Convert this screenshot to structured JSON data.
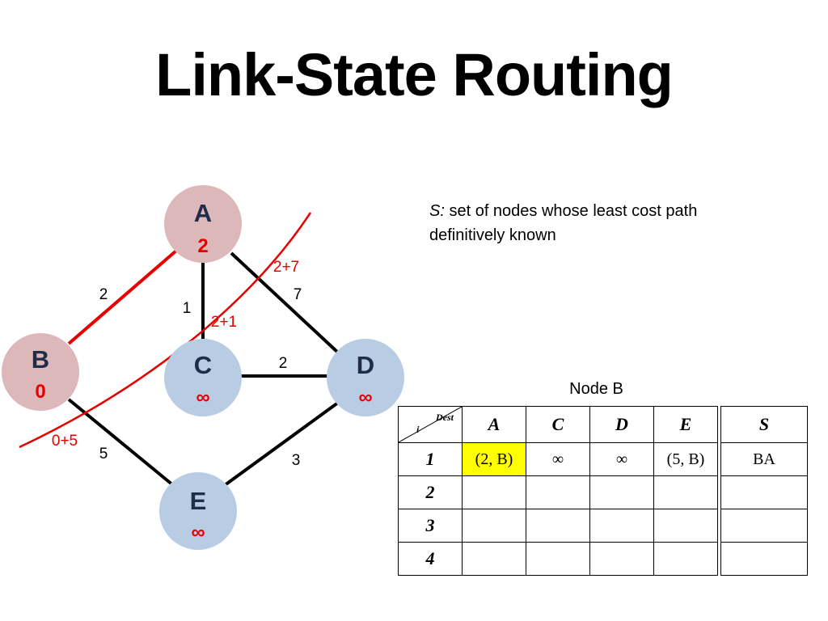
{
  "slide": {
    "title": "Link-State Routing"
  },
  "definition": {
    "symbol": "S:",
    "text": " set of nodes whose least cost path definitively known"
  },
  "graph": {
    "nodes": [
      {
        "id": "A",
        "label": "A",
        "dist": "2",
        "color": "#ddb8ba",
        "in_set": true
      },
      {
        "id": "B",
        "label": "B",
        "dist": "0",
        "color": "#ddb8ba",
        "in_set": true
      },
      {
        "id": "C",
        "label": "C",
        "dist": "∞",
        "color": "#b8cce4",
        "in_set": false
      },
      {
        "id": "D",
        "label": "D",
        "dist": "∞",
        "color": "#b8cce4",
        "in_set": false
      },
      {
        "id": "E",
        "label": "E",
        "dist": "∞",
        "color": "#b8cce4",
        "in_set": false
      }
    ],
    "edges": [
      {
        "from": "B",
        "to": "A",
        "weight": "2",
        "highlight": true
      },
      {
        "from": "A",
        "to": "C",
        "weight": "1",
        "highlight": false
      },
      {
        "from": "A",
        "to": "D",
        "weight": "7",
        "highlight": false
      },
      {
        "from": "C",
        "to": "D",
        "weight": "2",
        "highlight": false
      },
      {
        "from": "B",
        "to": "E",
        "weight": "5",
        "highlight": false
      },
      {
        "from": "E",
        "to": "D",
        "weight": "3",
        "highlight": false
      }
    ],
    "annotations": [
      {
        "text": "2+7"
      },
      {
        "text": "2+1"
      },
      {
        "text": "0+5"
      }
    ],
    "highlight_color": "#e60000"
  },
  "table": {
    "caption": "Node B",
    "corner_dest": "Dest",
    "corner_i": "i",
    "columns": [
      "A",
      "C",
      "D",
      "E"
    ],
    "rows": [
      {
        "i": "1",
        "cells": [
          "(2, B)",
          "∞",
          "∞",
          "(5, B)"
        ]
      },
      {
        "i": "2",
        "cells": [
          "",
          "",
          "",
          ""
        ]
      },
      {
        "i": "3",
        "cells": [
          "",
          "",
          "",
          ""
        ]
      },
      {
        "i": "4",
        "cells": [
          "",
          "",
          "",
          ""
        ]
      }
    ],
    "highlight_cell_color": "#ffff00"
  },
  "set_table": {
    "header": "S",
    "rows": [
      "BA",
      "",
      "",
      ""
    ]
  }
}
